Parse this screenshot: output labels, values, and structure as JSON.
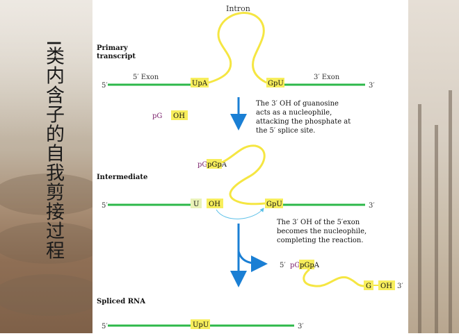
{
  "slide_title": "I类内含子的自我剪接过程",
  "diagram": {
    "intron_label": "Intron",
    "stage_primary": [
      "Primary",
      "transcript"
    ],
    "stage_intermediate": "Intermediate",
    "stage_spliced": "Spliced RNA",
    "five_prime": "5′",
    "three_prime": "3′",
    "exon5_label": "5′ Exon",
    "exon3_label": "3′ Exon",
    "upa": "UpA",
    "gpu": "GpU",
    "pg": "pG",
    "oh": "OH",
    "pgpa": "pGpA",
    "u": "U",
    "upu": "UpU",
    "g": "G",
    "note1": [
      "The 3′ OH of guanosine",
      "acts as a nucleophile,",
      "attacking the phosphate at",
      "the 5′ splice site."
    ],
    "note2": [
      "The 3′ OH of the 5′exon",
      "becomes the nucleophile,",
      "completing the reaction."
    ],
    "colors": {
      "exon": "#2db84a",
      "intron": "#f5e642",
      "highlight": "#f7ee5c",
      "arrow": "#1a7fd4",
      "pg_text": "#7a1f6b"
    }
  }
}
